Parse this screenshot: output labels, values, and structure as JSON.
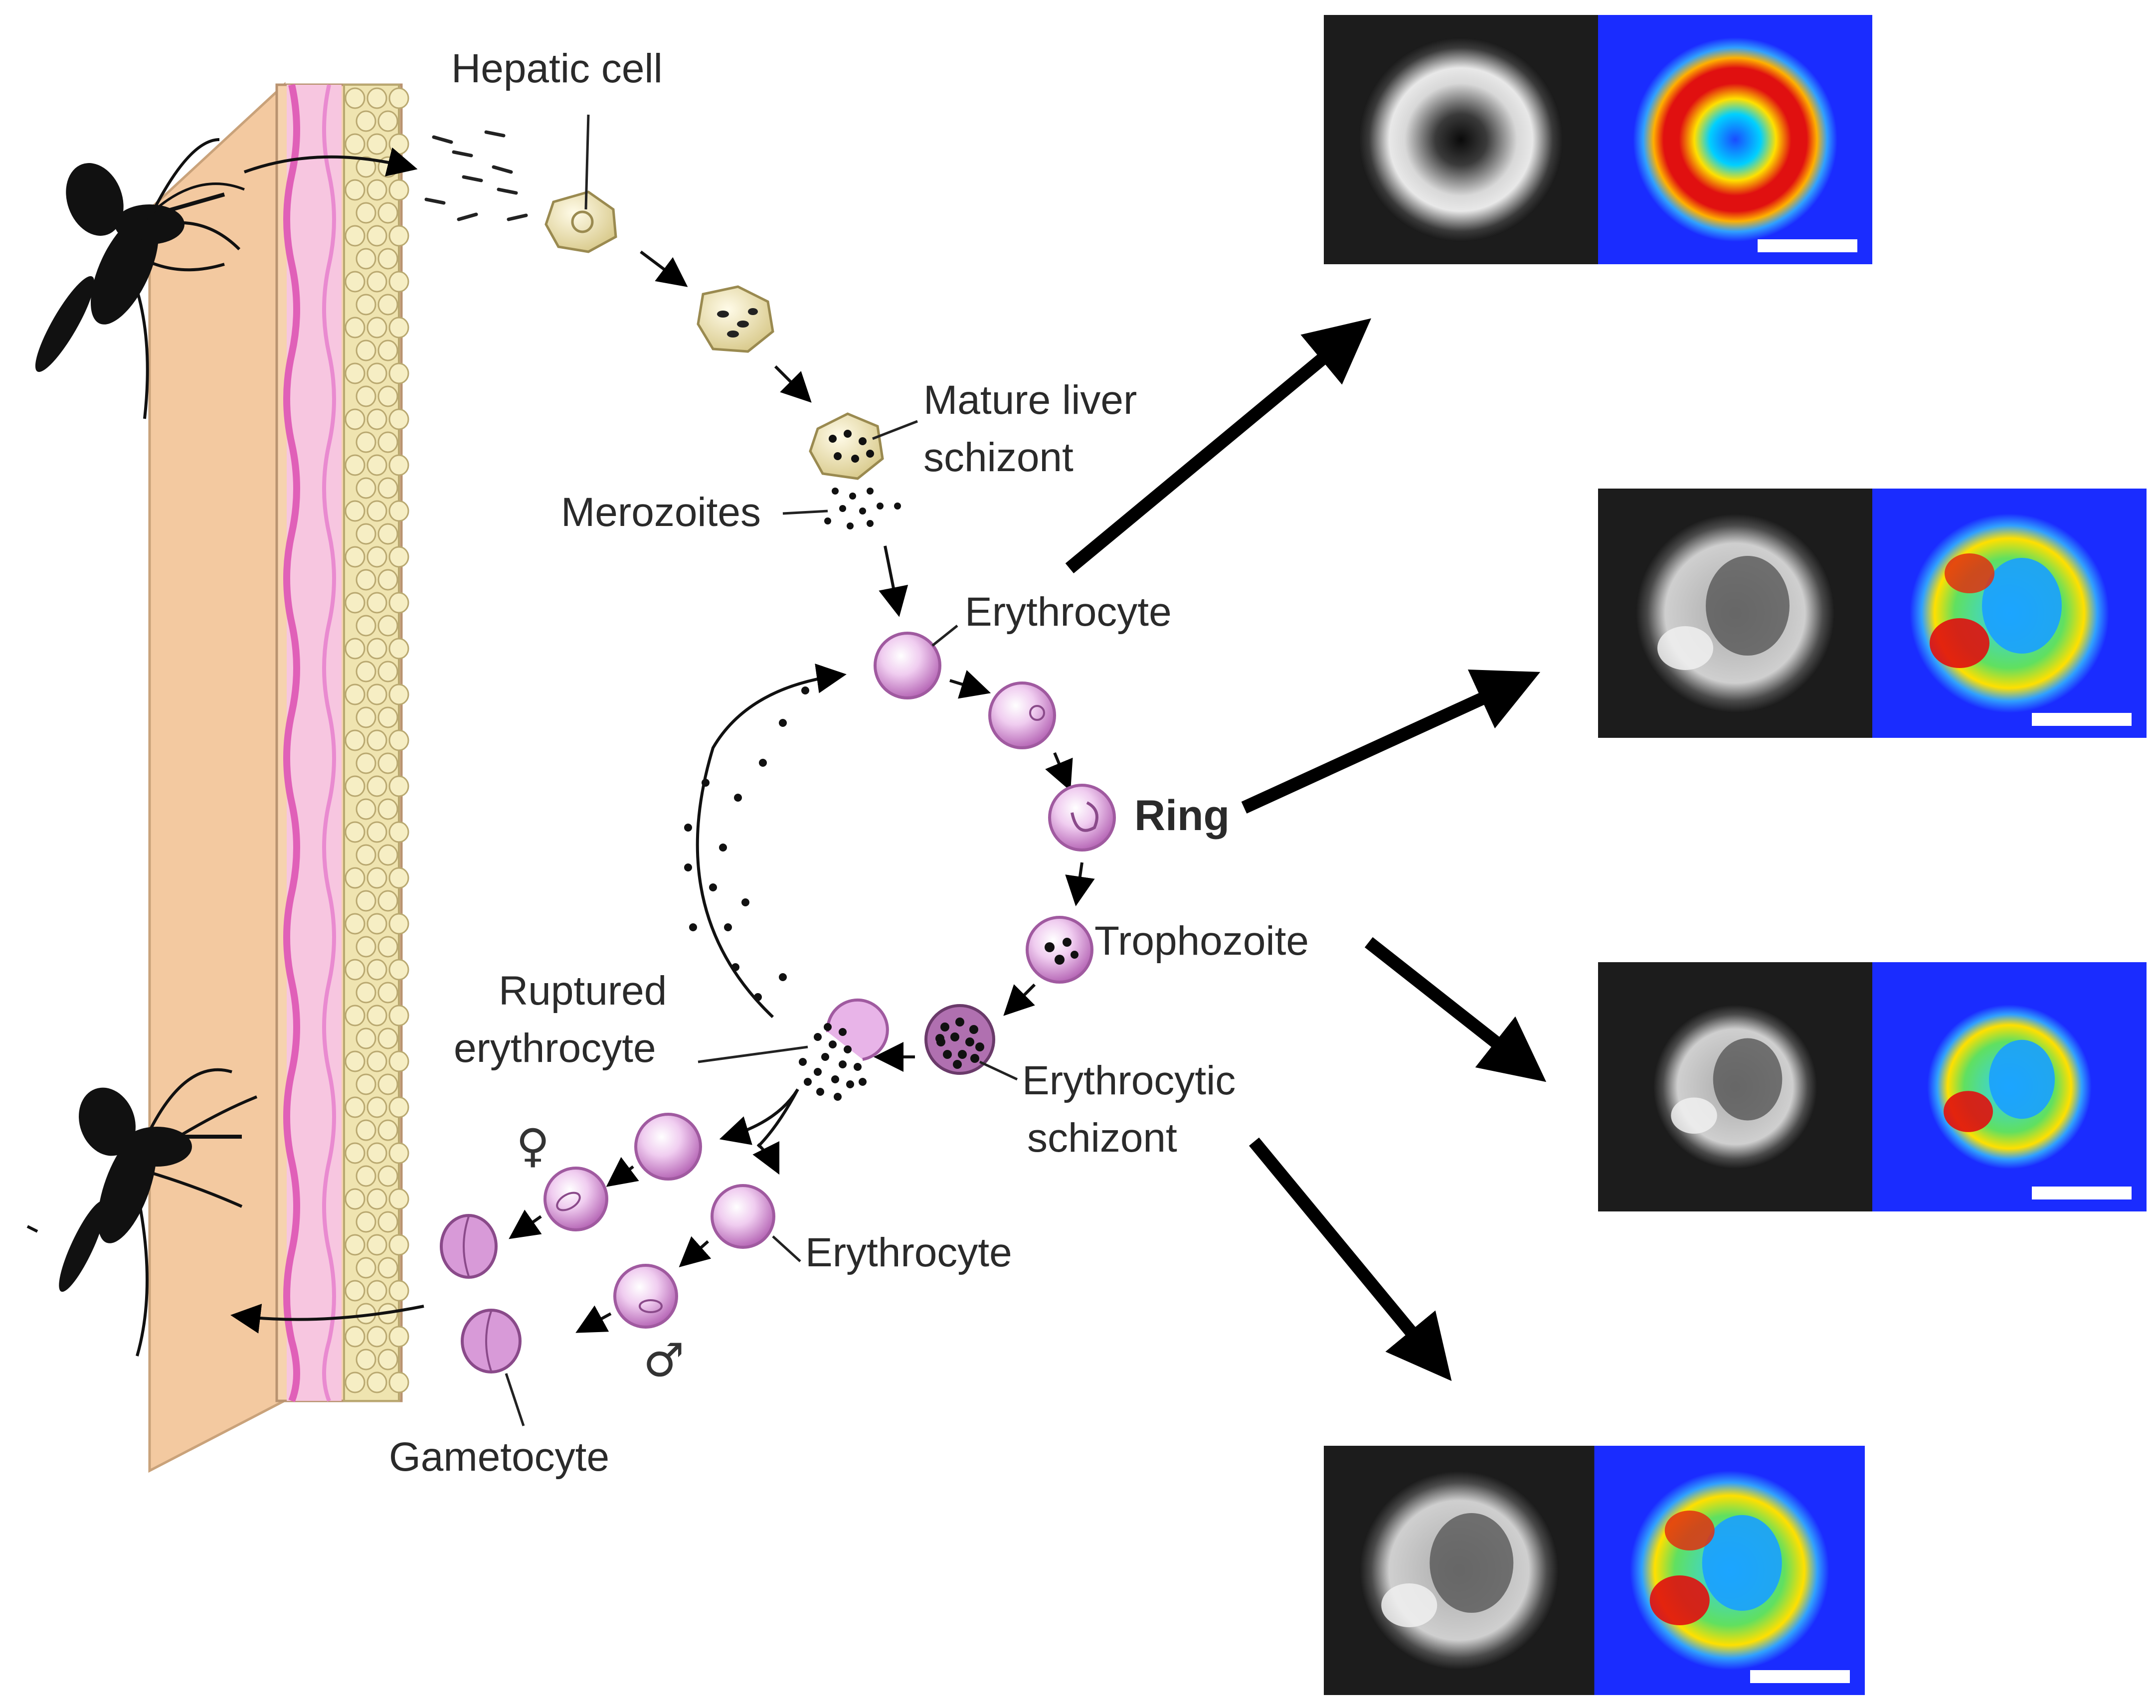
{
  "labels": {
    "hepatic_cell": "Hepatic cell",
    "mature_liver_1": "Mature liver",
    "mature_liver_2": "schizont",
    "merozoites": "Merozoites",
    "erythrocyte_top": "Erythrocyte",
    "ring": "Ring",
    "trophozoite": "Trophozoite",
    "ery_schizont_1": "Erythrocytic",
    "ery_schizont_2": "schizont",
    "ruptured_1": "Ruptured",
    "ruptured_2": "erythrocyte",
    "erythrocyte_bottom": "Erythrocyte",
    "gametocyte": "Gametocyte",
    "female_symbol": "♀",
    "male_symbol": "♂"
  },
  "colors": {
    "skin": "#f3c9a0",
    "skin_edge": "#c9a27a",
    "vessel": "#f7c6e0",
    "vessel_line": "#e060b8",
    "tissue": "#efe4b0",
    "cell_fill": "#e8b4e8",
    "cell_edge": "#a05aa0",
    "liver_cell": "#f3e8b8",
    "arrow": "#000000",
    "heat_low": "#1a2cff",
    "heat_high": "#e01010"
  },
  "panels": [
    {
      "stage": "erythrocyte",
      "scale_bar": true
    },
    {
      "stage": "ring",
      "scale_bar": true
    },
    {
      "stage": "trophozoite",
      "scale_bar": true
    },
    {
      "stage": "schizont",
      "scale_bar": true
    }
  ]
}
